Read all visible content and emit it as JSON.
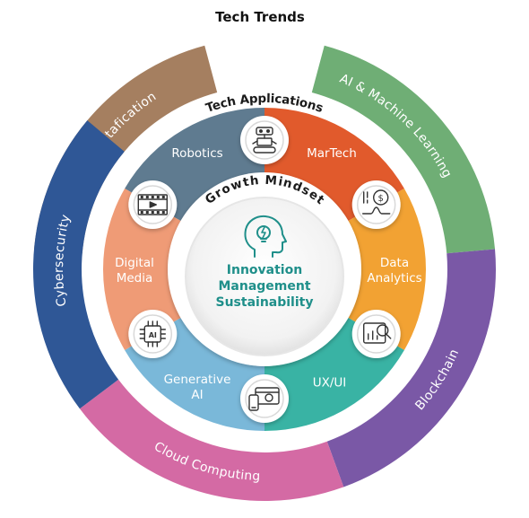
{
  "title": "Tech Trends",
  "outer_ring": {
    "segments": [
      {
        "label": "Datafication",
        "color": "#a57f60"
      },
      {
        "label": "AI & Machine Learning",
        "color": "#6fae75"
      },
      {
        "label": "Blockchain",
        "color": "#7a58a6"
      },
      {
        "label": "Cloud Computing",
        "color": "#d46aa4"
      },
      {
        "label": "Cybersecurity",
        "color": "#2f5796"
      }
    ]
  },
  "middle_ring": {
    "title": "Tech Applications",
    "segments": [
      {
        "label": "Robotics",
        "color": "#5f7b90"
      },
      {
        "label": "MarTech",
        "color": "#e15a2c"
      },
      {
        "label": "Data Analytics",
        "color": "#f2a233"
      },
      {
        "label": "UX/UI",
        "color": "#39b3a4"
      },
      {
        "label": "Generative AI",
        "color": "#7ab8d9"
      },
      {
        "label": "Digital Media",
        "color": "#ef9b76"
      }
    ],
    "icons": [
      "robot-icon",
      "martech-icon",
      "analytics-icon",
      "devices-icon",
      "ai-chip-icon",
      "film-icon"
    ]
  },
  "inner_ring": {
    "title": "Growth Mindset"
  },
  "center": {
    "icon": "head-lightbulb-icon",
    "lines": [
      "Innovation",
      "Management",
      "Sustainability"
    ]
  }
}
